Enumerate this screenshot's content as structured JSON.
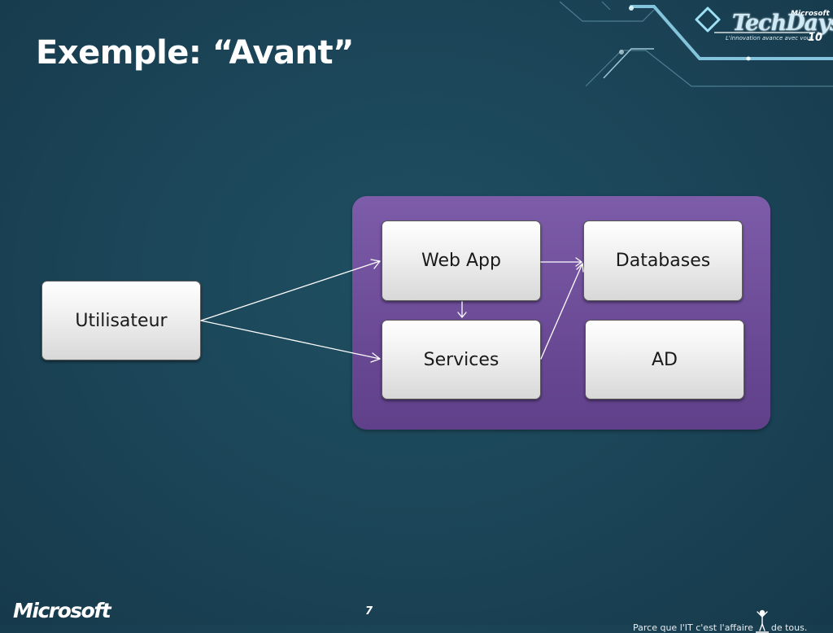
{
  "slide": {
    "title": "Exemple: “Avant”",
    "page_number": "7"
  },
  "branding": {
    "techdays_ms": "Microsoft",
    "techdays_name": "TechDays",
    "techdays_tagline": "L'innovation avance avec vous",
    "techdays_year": "10",
    "footer_logo": "Microsoft",
    "tagline_left": "Parce que l'IT c'est l'affaire",
    "tagline_right": "de tous."
  },
  "diagram": {
    "nodes": {
      "user": "Utilisateur",
      "webapp": "Web App",
      "services": "Services",
      "databases": "Databases",
      "ad": "AD"
    },
    "edges": [
      {
        "from": "Utilisateur",
        "to": "Web App"
      },
      {
        "from": "Utilisateur",
        "to": "Services"
      },
      {
        "from": "Web App",
        "to": "Services"
      },
      {
        "from": "Web App",
        "to": "Databases"
      },
      {
        "from": "Services",
        "to": "Databases"
      }
    ]
  },
  "colors": {
    "background": "#1b4457",
    "group_fill": "#7257a0",
    "box_fill": "#f1f1f1",
    "arrow": "#ffffff"
  }
}
